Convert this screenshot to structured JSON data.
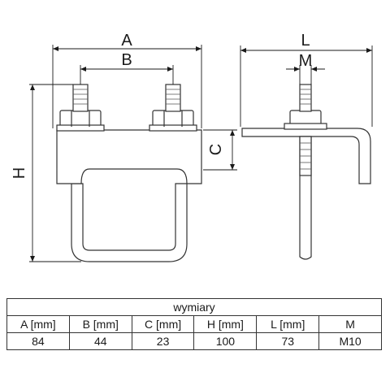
{
  "labels": {
    "A": "A",
    "B": "B",
    "C": "C",
    "H": "H",
    "L": "L",
    "M": "M"
  },
  "table": {
    "title": "wymiary",
    "headers": [
      "A [mm]",
      "B [mm]",
      "C [mm]",
      "H [mm]",
      "L [mm]",
      "M"
    ],
    "values": [
      "84",
      "44",
      "23",
      "100",
      "73",
      "M10"
    ]
  }
}
